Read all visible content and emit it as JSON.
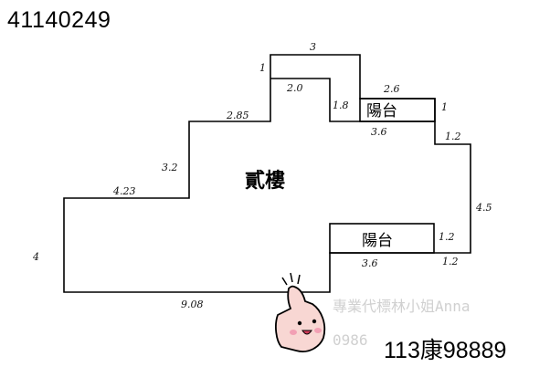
{
  "header": {
    "doc_id": "41140249"
  },
  "plan": {
    "main_room": "貳樓",
    "balcony_labels": [
      "陽台",
      "陽台"
    ],
    "dimensions": {
      "top": "3",
      "top_left_step": "1",
      "inner_top": "2.0",
      "inner_step": "1.8",
      "balcony_top": "2.6",
      "right_step_top": "1",
      "balcony_bottom": "3.6",
      "right_notch": "1.2",
      "upper_left_top": "2.85",
      "upper_left_side": "3.2",
      "left_top": "4.23",
      "right_side": "4.5",
      "balcony2_right": "1.2",
      "balcony2_bottom": "3.6",
      "bottom_right": "1.2",
      "left_side": "4",
      "bottom": "9.08"
    }
  },
  "watermark": {
    "line1": "專業代標林小姐Anna",
    "line2": "0986"
  },
  "footer": {
    "code": "113康98889"
  }
}
